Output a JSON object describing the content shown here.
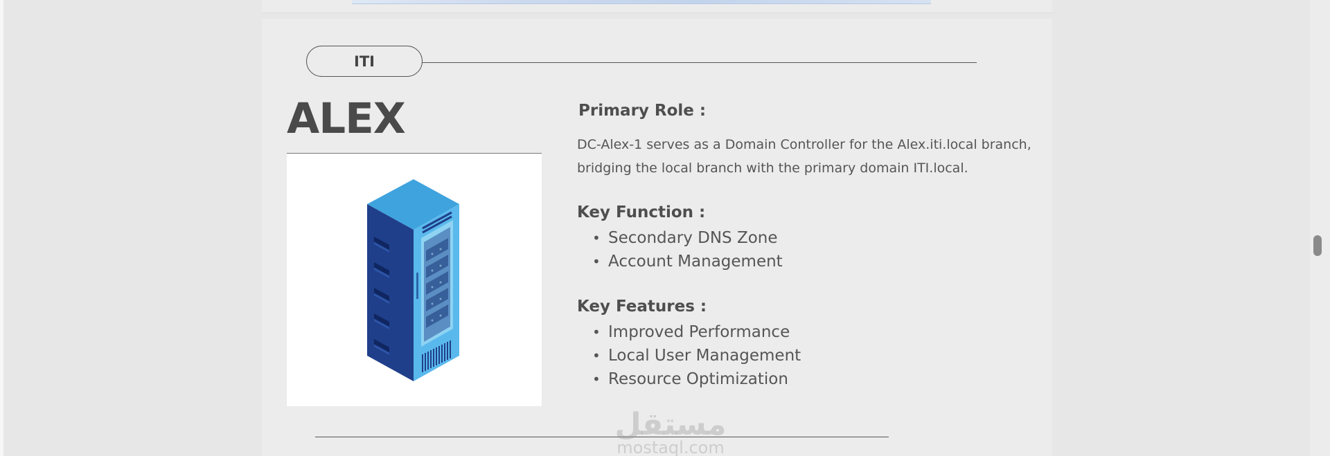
{
  "tag": {
    "label": "ITI"
  },
  "site": {
    "title": "ALEX"
  },
  "image": {
    "icon": "server-rack-icon"
  },
  "primary_role": {
    "heading": "Primary Role :",
    "text": "DC-Alex-1 serves as a Domain Controller for the Alex.iti.local branch, bridging the local branch with the primary domain ITI.local."
  },
  "key_function": {
    "heading": "Key Function :",
    "items": [
      "Secondary DNS Zone",
      "Account Management"
    ]
  },
  "key_features": {
    "heading": "Key Features :",
    "items": [
      "Improved Performance",
      "Local User Management",
      "Resource Optimization"
    ]
  },
  "watermark": {
    "logo": "مستقل",
    "url": "mostaql.com"
  },
  "colors": {
    "background": "#e7e7e7",
    "card": "#ececec",
    "text": "#555555",
    "heading": "#4e4e4e",
    "server_top": "#3fa3de",
    "server_side": "#1f3f8a",
    "server_front": "#5ab9ec"
  }
}
